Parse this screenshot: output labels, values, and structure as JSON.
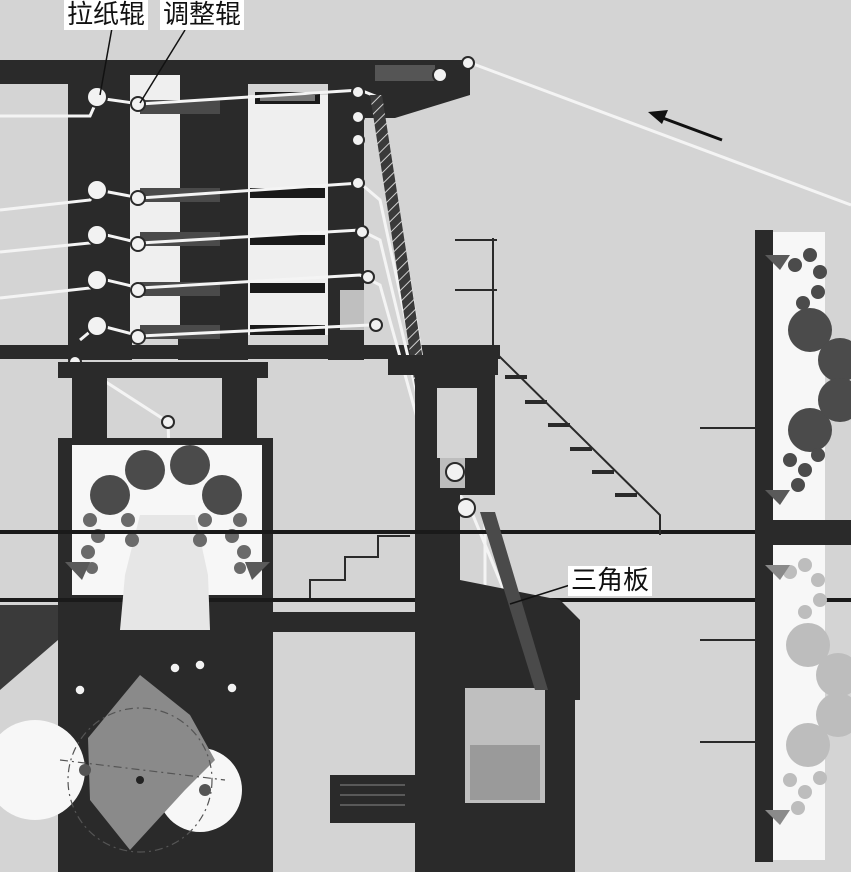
{
  "labels": {
    "pull_roller": "拉纸辊",
    "adjust_roller": "调整辊",
    "triangle_board": "三角板"
  },
  "colors": {
    "background": "#d4d4d4",
    "frame": "#2a2a2a",
    "roller_dark": "#4b4b4b",
    "roller_light": "#bdbdbd",
    "web": "#f4f4f4",
    "panel": "#f7f7f7"
  }
}
